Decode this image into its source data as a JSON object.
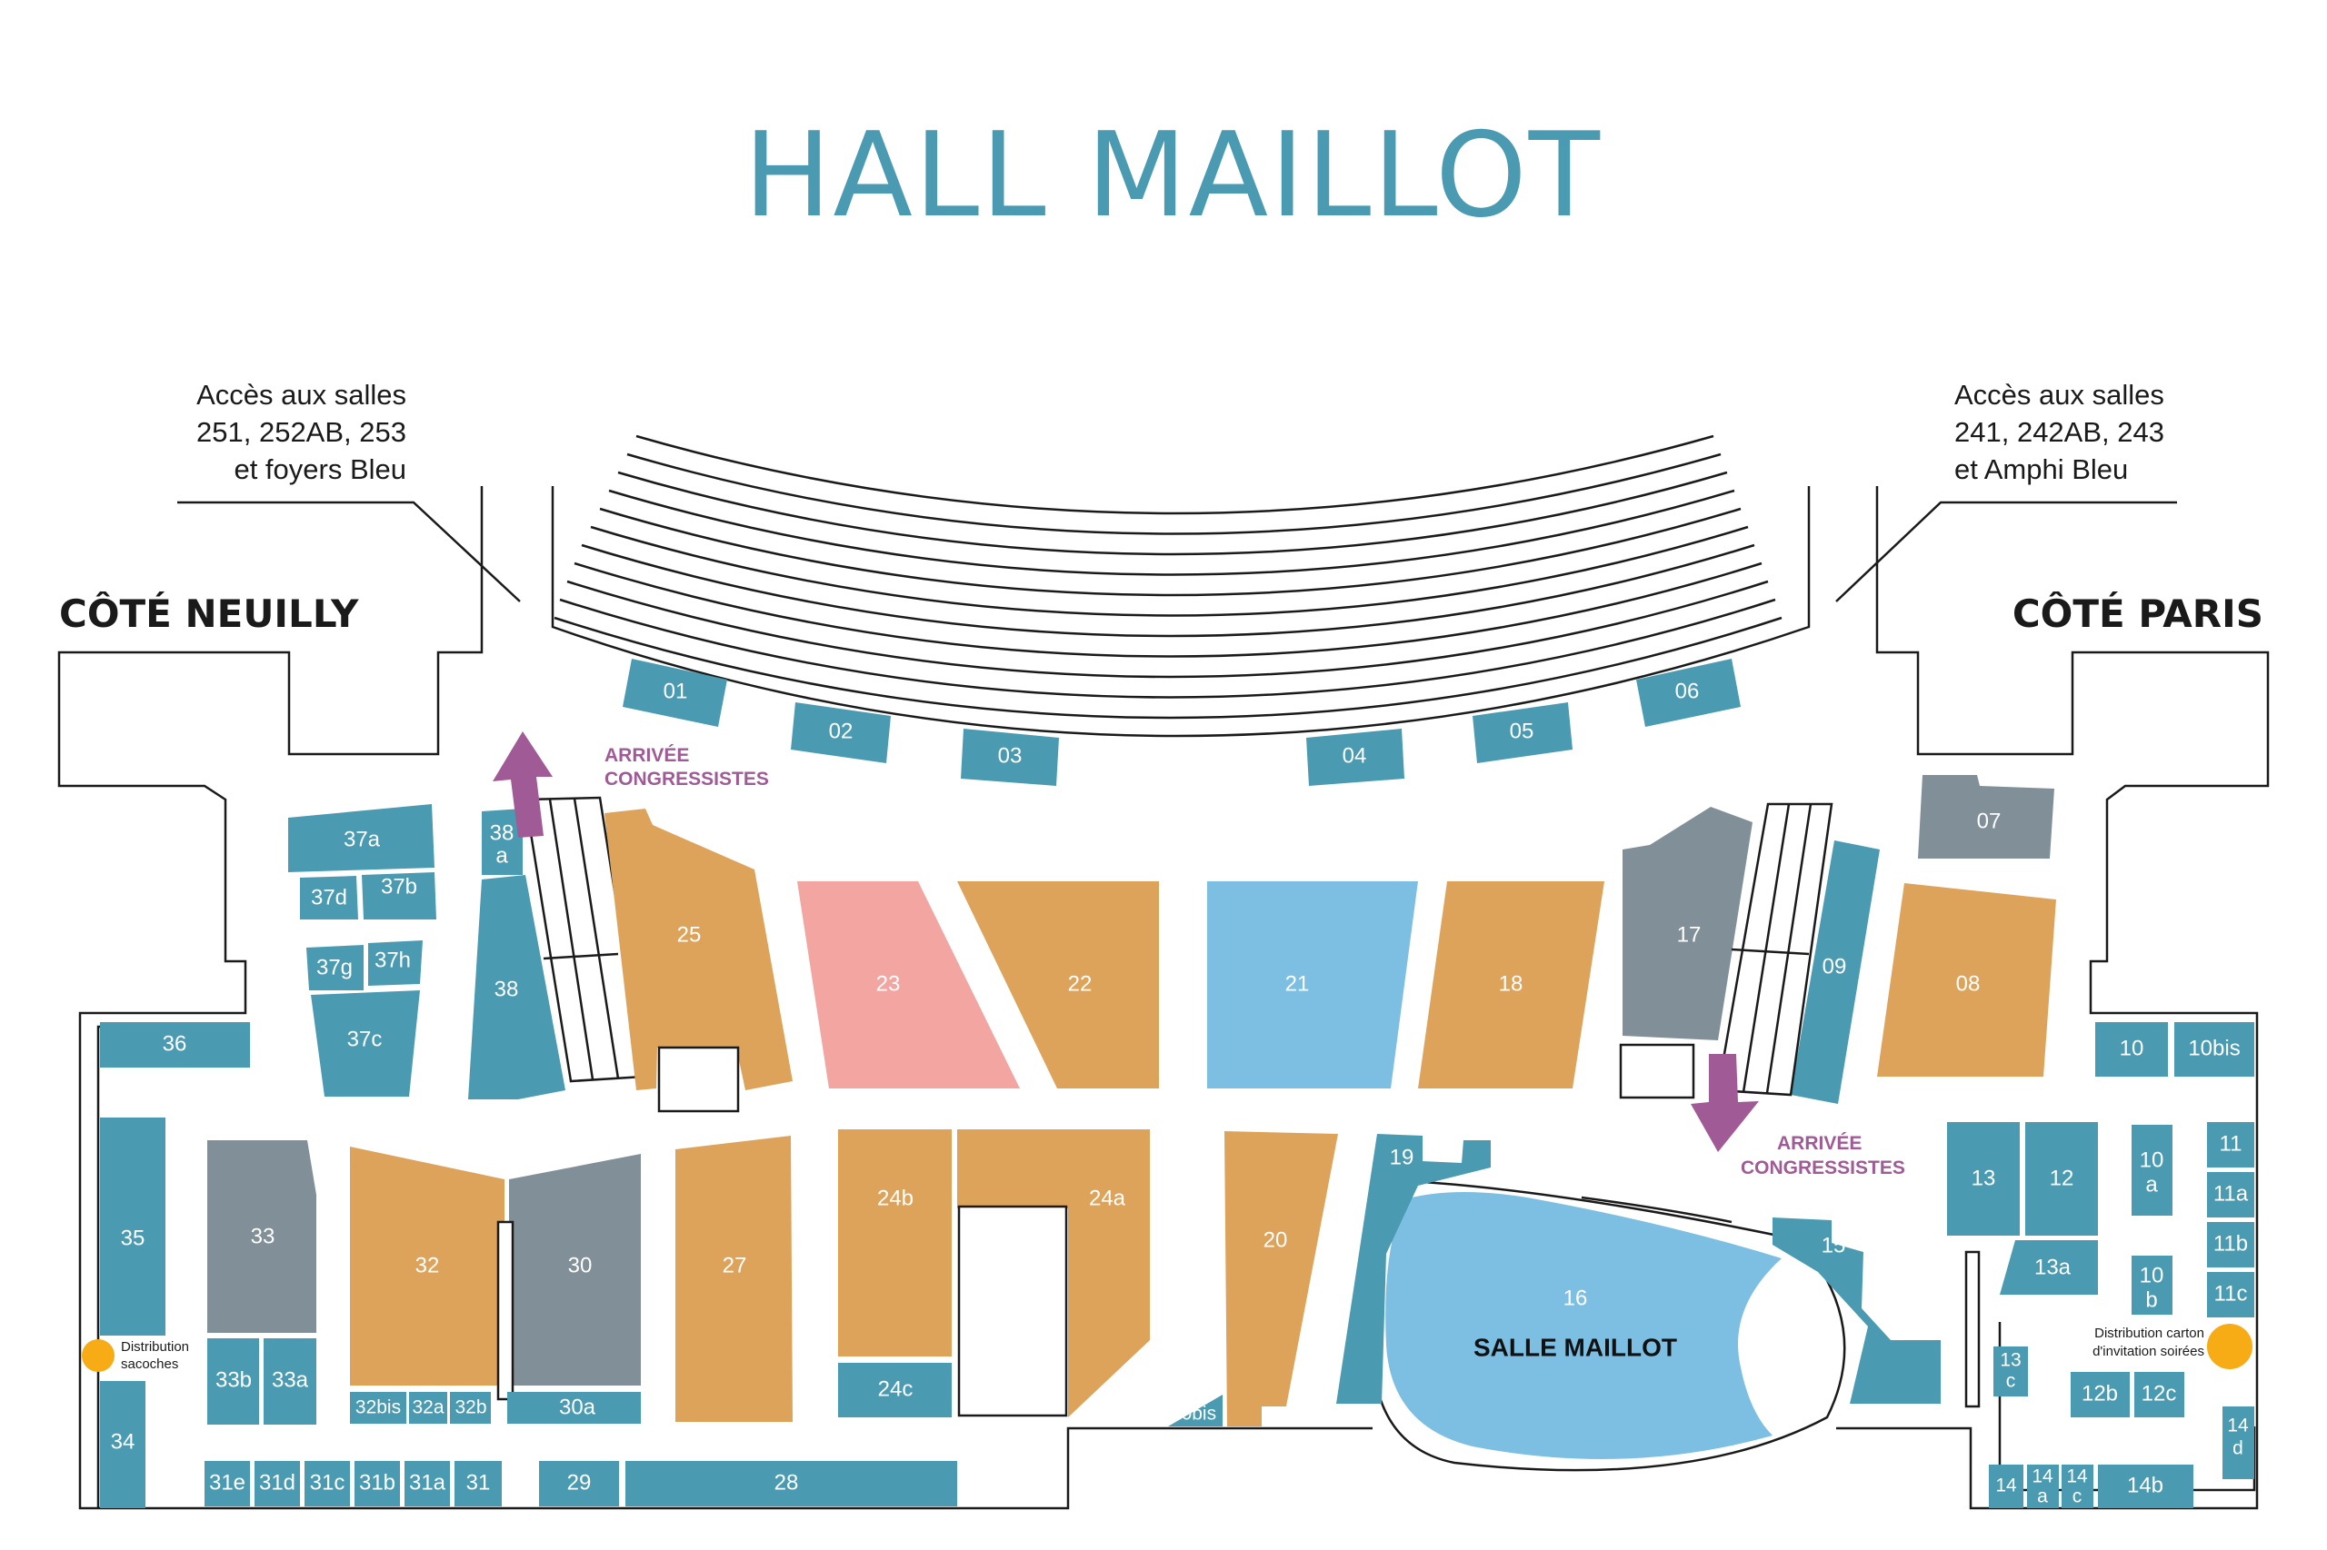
{
  "title": "HALL MAILLOT",
  "sides": {
    "left": "CÔTÉ NEUILLY",
    "right": "CÔTÉ PARIS"
  },
  "access_left": [
    "Accès aux salles",
    "251, 252AB, 253",
    "et foyers Bleu"
  ],
  "access_right": [
    "Accès aux salles",
    "241, 242AB, 243",
    "et Amphi Bleu"
  ],
  "arrivals": {
    "line1": "ARRIVÉE",
    "line2": "CONGRESSISTES"
  },
  "distribution_left": [
    "Distribution",
    "sacoches"
  ],
  "distribution_right": [
    "Distribution carton",
    "d'invitation soirées"
  ],
  "salle": {
    "number": "16",
    "name": "SALLE MAILLOT"
  },
  "colors": {
    "teal": "#4a9bb2",
    "orange": "#dea35a",
    "gray": "#818f98",
    "pink": "#f2a5a1",
    "light_blue": "#7dbfe2",
    "purple": "#a05a96",
    "yellow": "#f7ab14"
  },
  "stands": {
    "s01": "01",
    "s02": "02",
    "s03": "03",
    "s04": "04",
    "s05": "05",
    "s06": "06",
    "s07": "07",
    "s08": "08",
    "s09": "09",
    "s10": "10",
    "s10bis": "10bis",
    "s10a1": "10",
    "s10a2": "a",
    "s10b1": "10",
    "s10b2": "b",
    "s11": "11",
    "s11a": "11a",
    "s11b": "11b",
    "s11c": "11c",
    "s12": "12",
    "s12b": "12b",
    "s12c": "12c",
    "s13": "13",
    "s13a": "13a",
    "s13c1": "13",
    "s13c2": "c",
    "s14": "14",
    "s14a1": "14",
    "s14a2": "a",
    "s14c1": "14",
    "s14c2": "c",
    "s14b": "14b",
    "s14d1": "14",
    "s14d2": "d",
    "s15": "15",
    "s17": "17",
    "s18": "18",
    "s19": "19",
    "s20": "20",
    "s20bis": "20bis",
    "s21": "21",
    "s22": "22",
    "s23": "23",
    "s24a": "24a",
    "s24b": "24b",
    "s24c": "24c",
    "s25": "25",
    "s27": "27",
    "s28": "28",
    "s29": "29",
    "s30": "30",
    "s30a": "30a",
    "s31": "31",
    "s31a": "31a",
    "s31b": "31b",
    "s31c": "31c",
    "s31d": "31d",
    "s31e": "31e",
    "s32": "32",
    "s32bis": "32bis",
    "s32a": "32a",
    "s32b": "32b",
    "s33": "33",
    "s33a": "33a",
    "s33b": "33b",
    "s34": "34",
    "s35": "35",
    "s36": "36",
    "s37a": "37a",
    "s37b": "37b",
    "s37c": "37c",
    "s37d": "37d",
    "s37g": "37g",
    "s37h": "37h",
    "s38": "38",
    "s38a1": "38",
    "s38a2": "a"
  }
}
